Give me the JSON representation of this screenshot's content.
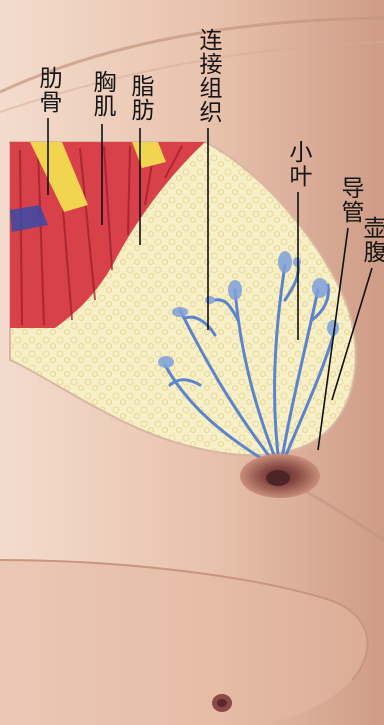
{
  "labels": {
    "rib": "肋骨",
    "pectoralis": "胸肌",
    "fat": "脂肪",
    "connective_tissue": "连接组织",
    "lobule": "小叶",
    "duct": "导管",
    "ampulla": "壶腹"
  },
  "colors": {
    "skin": "#eac9b6",
    "skin_shadow": "#c89883",
    "muscle": "#d8404a",
    "rib": "#f0d24a",
    "fat": "#f6efc8",
    "lobule": "#5b84cc",
    "nipple": "#6b3a3a",
    "areola": "#a86a5a"
  }
}
